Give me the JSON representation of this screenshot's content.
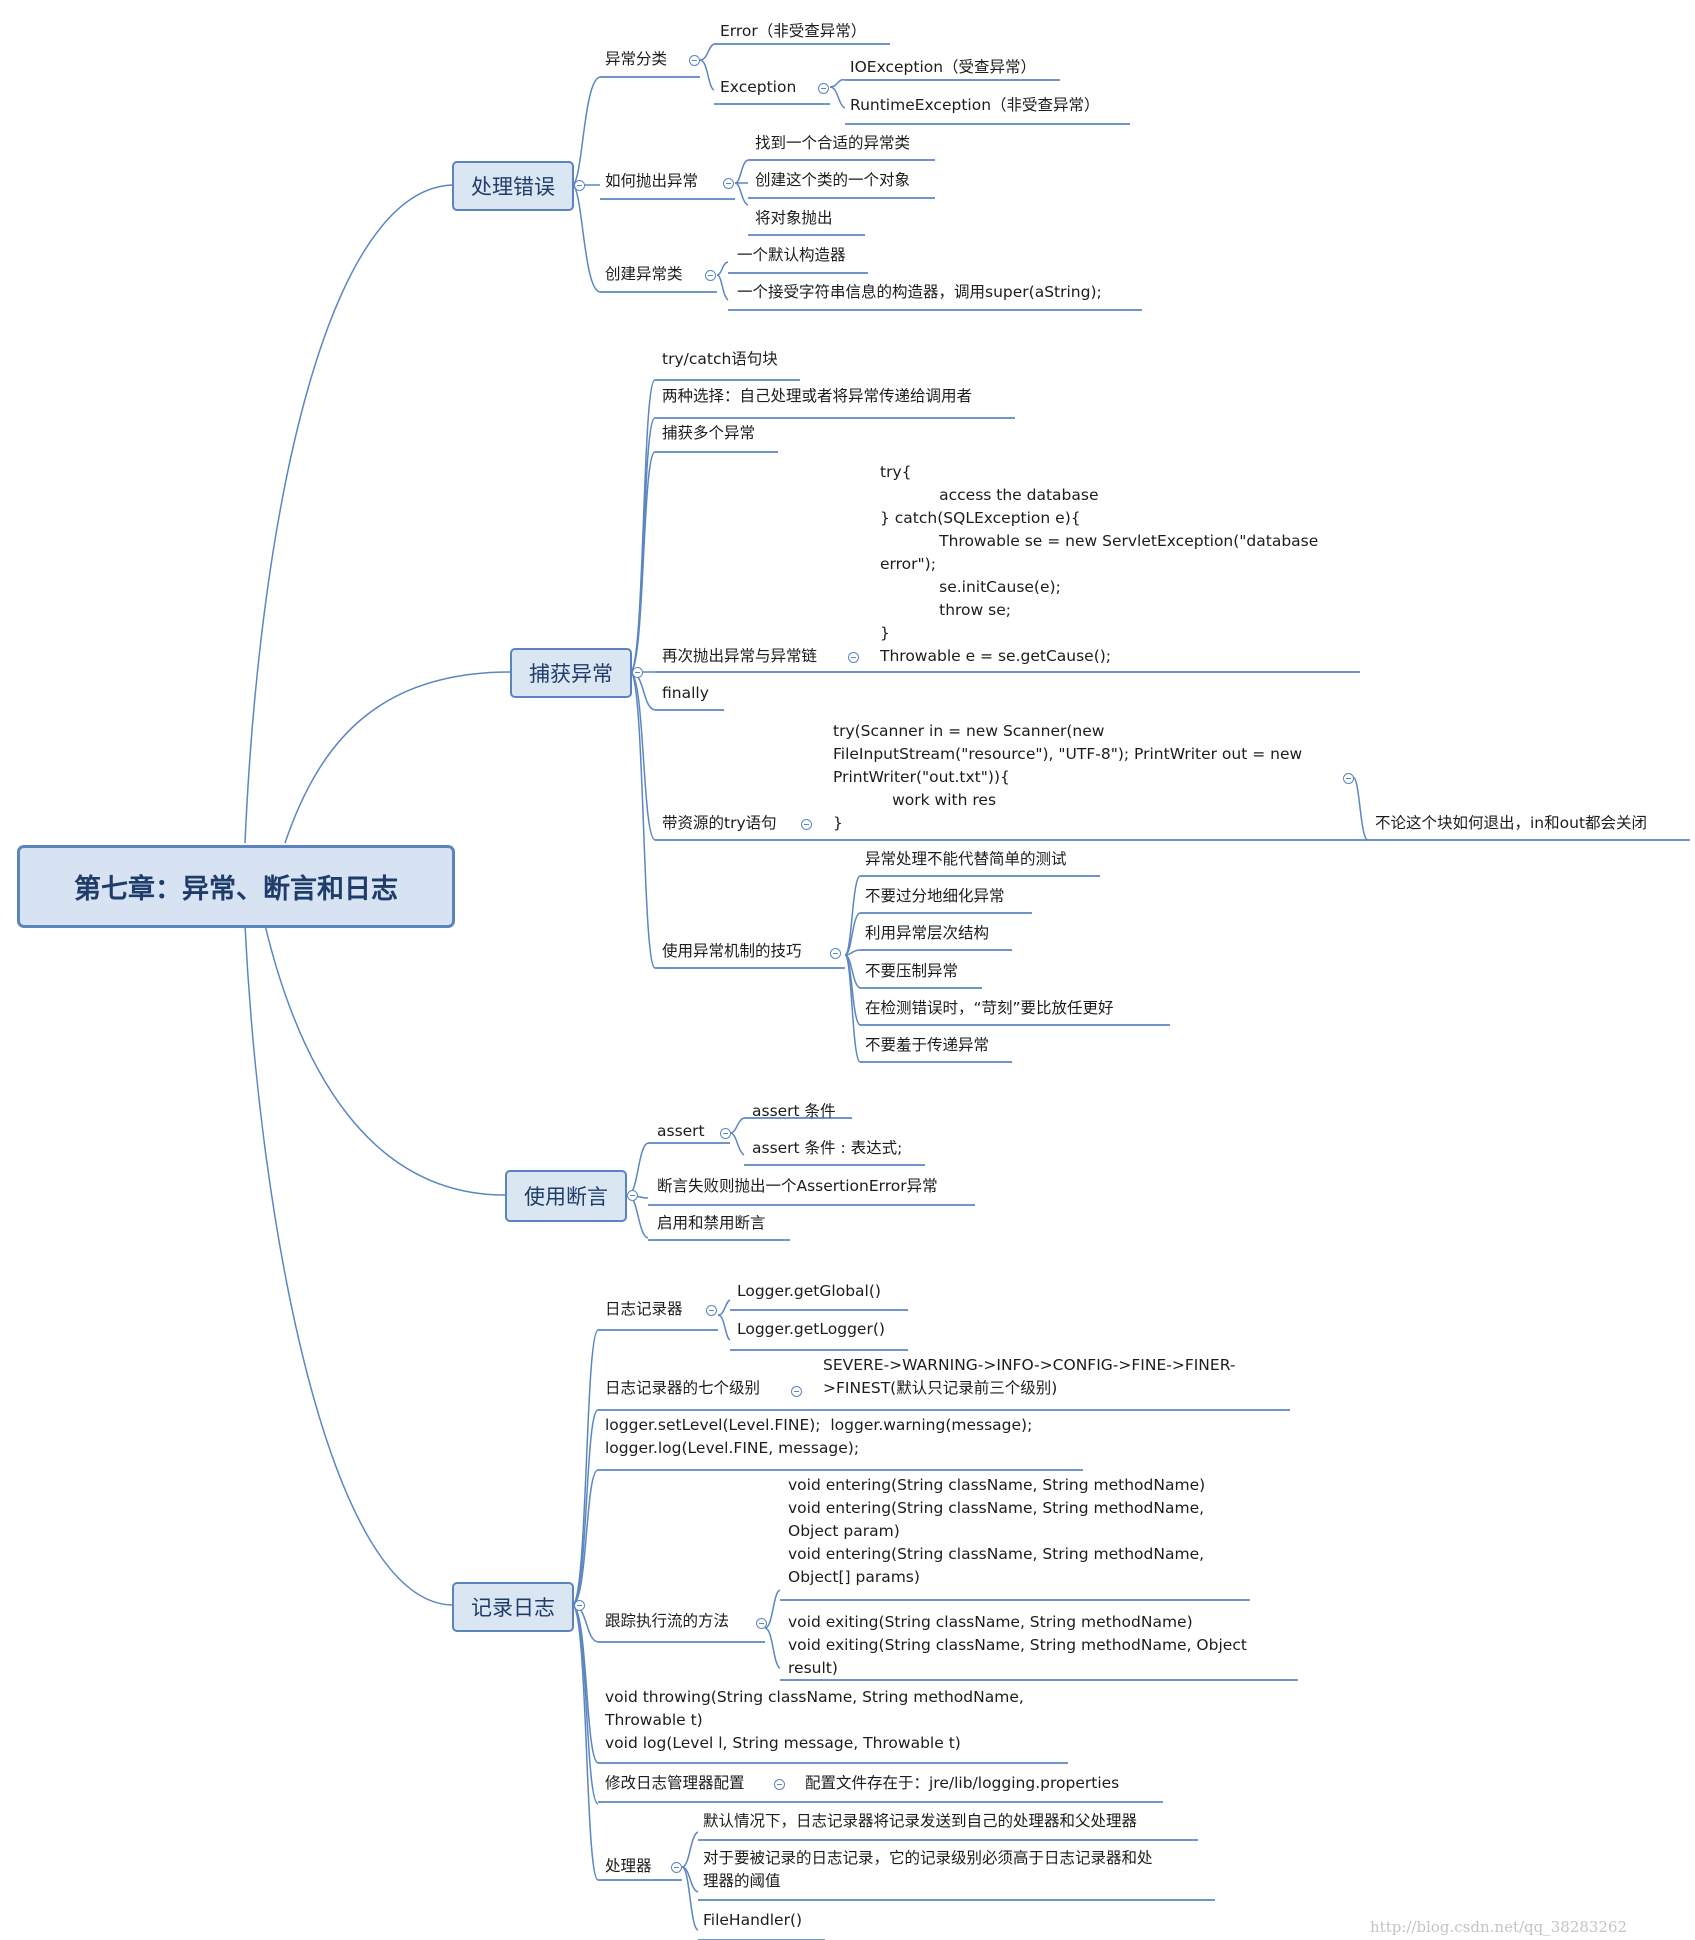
{
  "root": {
    "label": "第七章：异常、断言和日志"
  },
  "branches": {
    "errors": {
      "label": "处理错误",
      "classification": {
        "label": "异常分类",
        "error": "Error（非受查异常）",
        "exception": "Exception",
        "io": "IOException（受查异常）",
        "runtime": "RuntimeException（非受查异常）"
      },
      "throwing": {
        "label": "如何抛出异常",
        "items": [
          "找到一个合适的异常类",
          "创建这个类的一个对象",
          "将对象抛出"
        ]
      },
      "custom": {
        "label": "创建异常类",
        "items": [
          "一个默认构造器",
          "一个接受字符串信息的构造器，调用super(aString);"
        ]
      }
    },
    "catching": {
      "label": "捕获异常",
      "try_catch": "try/catch语句块",
      "two_choices": "两种选择：自己处理或者将异常传递给调用者",
      "multi": "捕获多个异常",
      "rethrow": {
        "label": "再次抛出异常与异常链",
        "code": "try{\n            access the database\n} catch(SQLException e){\n            Throwable se = new ServletException(\"database\nerror\");\n            se.initCause(e);\n            throw se;\n}\nThrowable e = se.getCause();"
      },
      "finally": "finally",
      "resources": {
        "label": "带资源的try语句",
        "code": "try(Scanner in = new Scanner(new\nFileInputStream(\"resource\"), \"UTF-8\"); PrintWriter out = new\nPrintWriter(\"out.txt\")){\n            work with res\n}",
        "note": "不论这个块如何退出，in和out都会关闭"
      },
      "tips": {
        "label": "使用异常机制的技巧",
        "items": [
          "异常处理不能代替简单的测试",
          "不要过分地细化异常",
          "利用异常层次结构",
          "不要压制异常",
          "在检测错误时，“苛刻”要比放任更好",
          "不要羞于传递异常"
        ]
      }
    },
    "assertions": {
      "label": "使用断言",
      "assert": {
        "label": "assert",
        "items": [
          "assert 条件",
          "assert 条件 : 表达式;"
        ]
      },
      "failure": "断言失败则抛出一个AssertionError异常",
      "enable": "启用和禁用断言"
    },
    "logging": {
      "label": "记录日志",
      "loggers": {
        "label": "日志记录器",
        "items": [
          "Logger.getGlobal()",
          "Logger.getLogger()"
        ]
      },
      "levels": {
        "label": "日志记录器的七个级别",
        "text": "SEVERE->WARNING->INFO->CONFIG->FINE->FINER-\n>FINEST(默认只记录前三个级别)"
      },
      "setlevel": "logger.setLevel(Level.FINE);  logger.warning(message);\nlogger.log(Level.FINE, message);",
      "trace": {
        "label": "跟踪执行流的方法",
        "entering": "void entering(String className, String methodName)\nvoid entering(String className, String methodName,\nObject param)\nvoid entering(String className, String methodName,\nObject[] params)",
        "exiting": "void exiting(String className, String methodName)\nvoid exiting(String className, String methodName, Object\nresult)"
      },
      "throwing": "void throwing(String className, String methodName,\nThrowable t)\nvoid log(Level l, String message, Throwable t)",
      "config": {
        "label": "修改日志管理器配置",
        "text": "配置文件存在于：jre/lib/logging.properties"
      },
      "handlers": {
        "label": "处理器",
        "items": [
          "默认情况下，日志记录器将记录发送到自己的处理器和父处理器",
          "对于要被记录的日志记录，它的记录级别必须高于日志记录器和处\n理器的阈值",
          "FileHandler()"
        ]
      }
    }
  },
  "watermark": "http://blog.csdn.net/qq_38283262",
  "colors": {
    "line": "#5b86c2",
    "topic_fill": "#dbe6f3",
    "topic_border": "#5b84bd",
    "topic_text": "#1f3d6b"
  }
}
